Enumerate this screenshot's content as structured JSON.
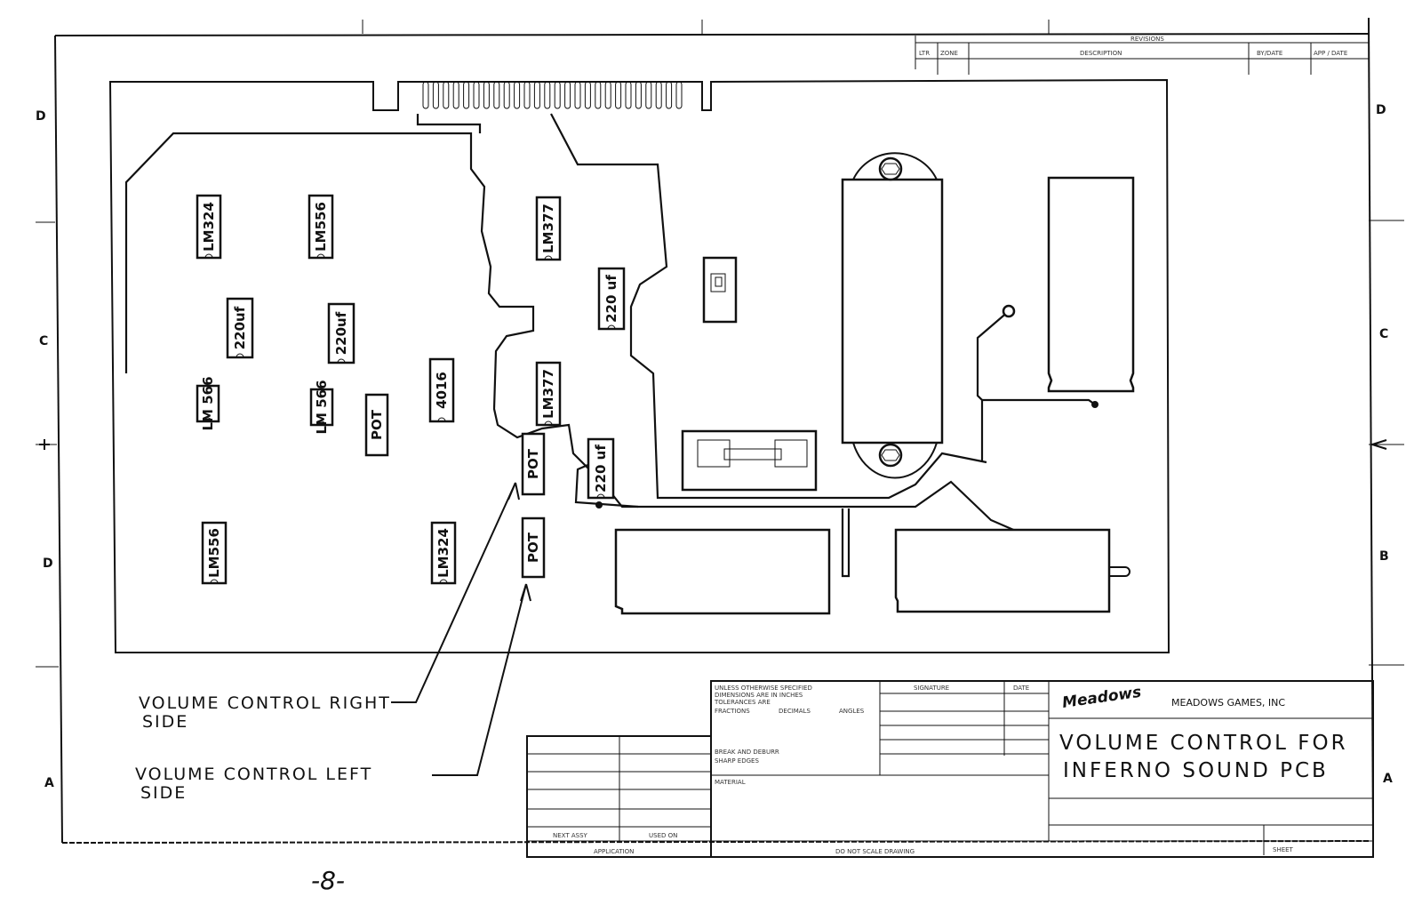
{
  "zone_letters": {
    "d_left": "D",
    "d_right": "D",
    "c_left": "C",
    "c_right": "C",
    "b_left": "D",
    "b_right": "B",
    "a_left": "A",
    "a_right": "A"
  },
  "revision_block": {
    "title": "REVISIONS",
    "ltr": "LTR",
    "zone": "ZONE",
    "description": "DESCRIPTION",
    "by_date": "BY/DATE",
    "app_date": "APP / DATE"
  },
  "components": [
    {
      "id": "u1",
      "label": "LM324"
    },
    {
      "id": "u2",
      "label": "LM556"
    },
    {
      "id": "u3",
      "label": "LM377"
    },
    {
      "id": "c1",
      "label": "220 uf"
    },
    {
      "id": "c2",
      "label": "220uf"
    },
    {
      "id": "c3",
      "label": "220uf"
    },
    {
      "id": "u4",
      "label": "LM 566"
    },
    {
      "id": "u5",
      "label": "LM 566"
    },
    {
      "id": "r1",
      "label": "POT"
    },
    {
      "id": "u6",
      "label": "4016"
    },
    {
      "id": "u7",
      "label": "LM377"
    },
    {
      "id": "c4",
      "label": "220 uf"
    },
    {
      "id": "r2",
      "label": "POT"
    },
    {
      "id": "r3",
      "label": "POT"
    },
    {
      "id": "u8",
      "label": "LM556"
    },
    {
      "id": "u9",
      "label": "LM324"
    }
  ],
  "callouts": {
    "right_line1": "VOLUME CONTROL RIGHT",
    "right_line2": "SIDE",
    "left_line1": "VOLUME CONTROL LEFT",
    "left_line2": "SIDE"
  },
  "title_block": {
    "tolerance_note_1": "UNLESS OTHERWISE SPECIFIED",
    "tolerance_note_2": "DIMENSIONS ARE IN INCHES",
    "tolerance_note_3": "TOLERANCES ARE",
    "fraction": "FRACTIONS",
    "decimals": "DECIMALS",
    "angles": "ANGLES",
    "signature": "SIGNATURE",
    "date": "DATE",
    "break_edges": "BREAK AND DEBURR",
    "sharp_edges": "SHARP EDGES",
    "material": "MATERIAL",
    "next_assy": "NEXT ASSY",
    "used_on": "USED ON",
    "application": "APPLICATION",
    "do_not_scale": "DO NOT SCALE DRAWING",
    "logo": "Meadows",
    "company": "MEADOWS GAMES, INC",
    "title_line1": "VOLUME CONTROL FOR",
    "title_line2": "INFERNO SOUND PCB",
    "sheet": "SHEET"
  },
  "page_number": "-8-"
}
